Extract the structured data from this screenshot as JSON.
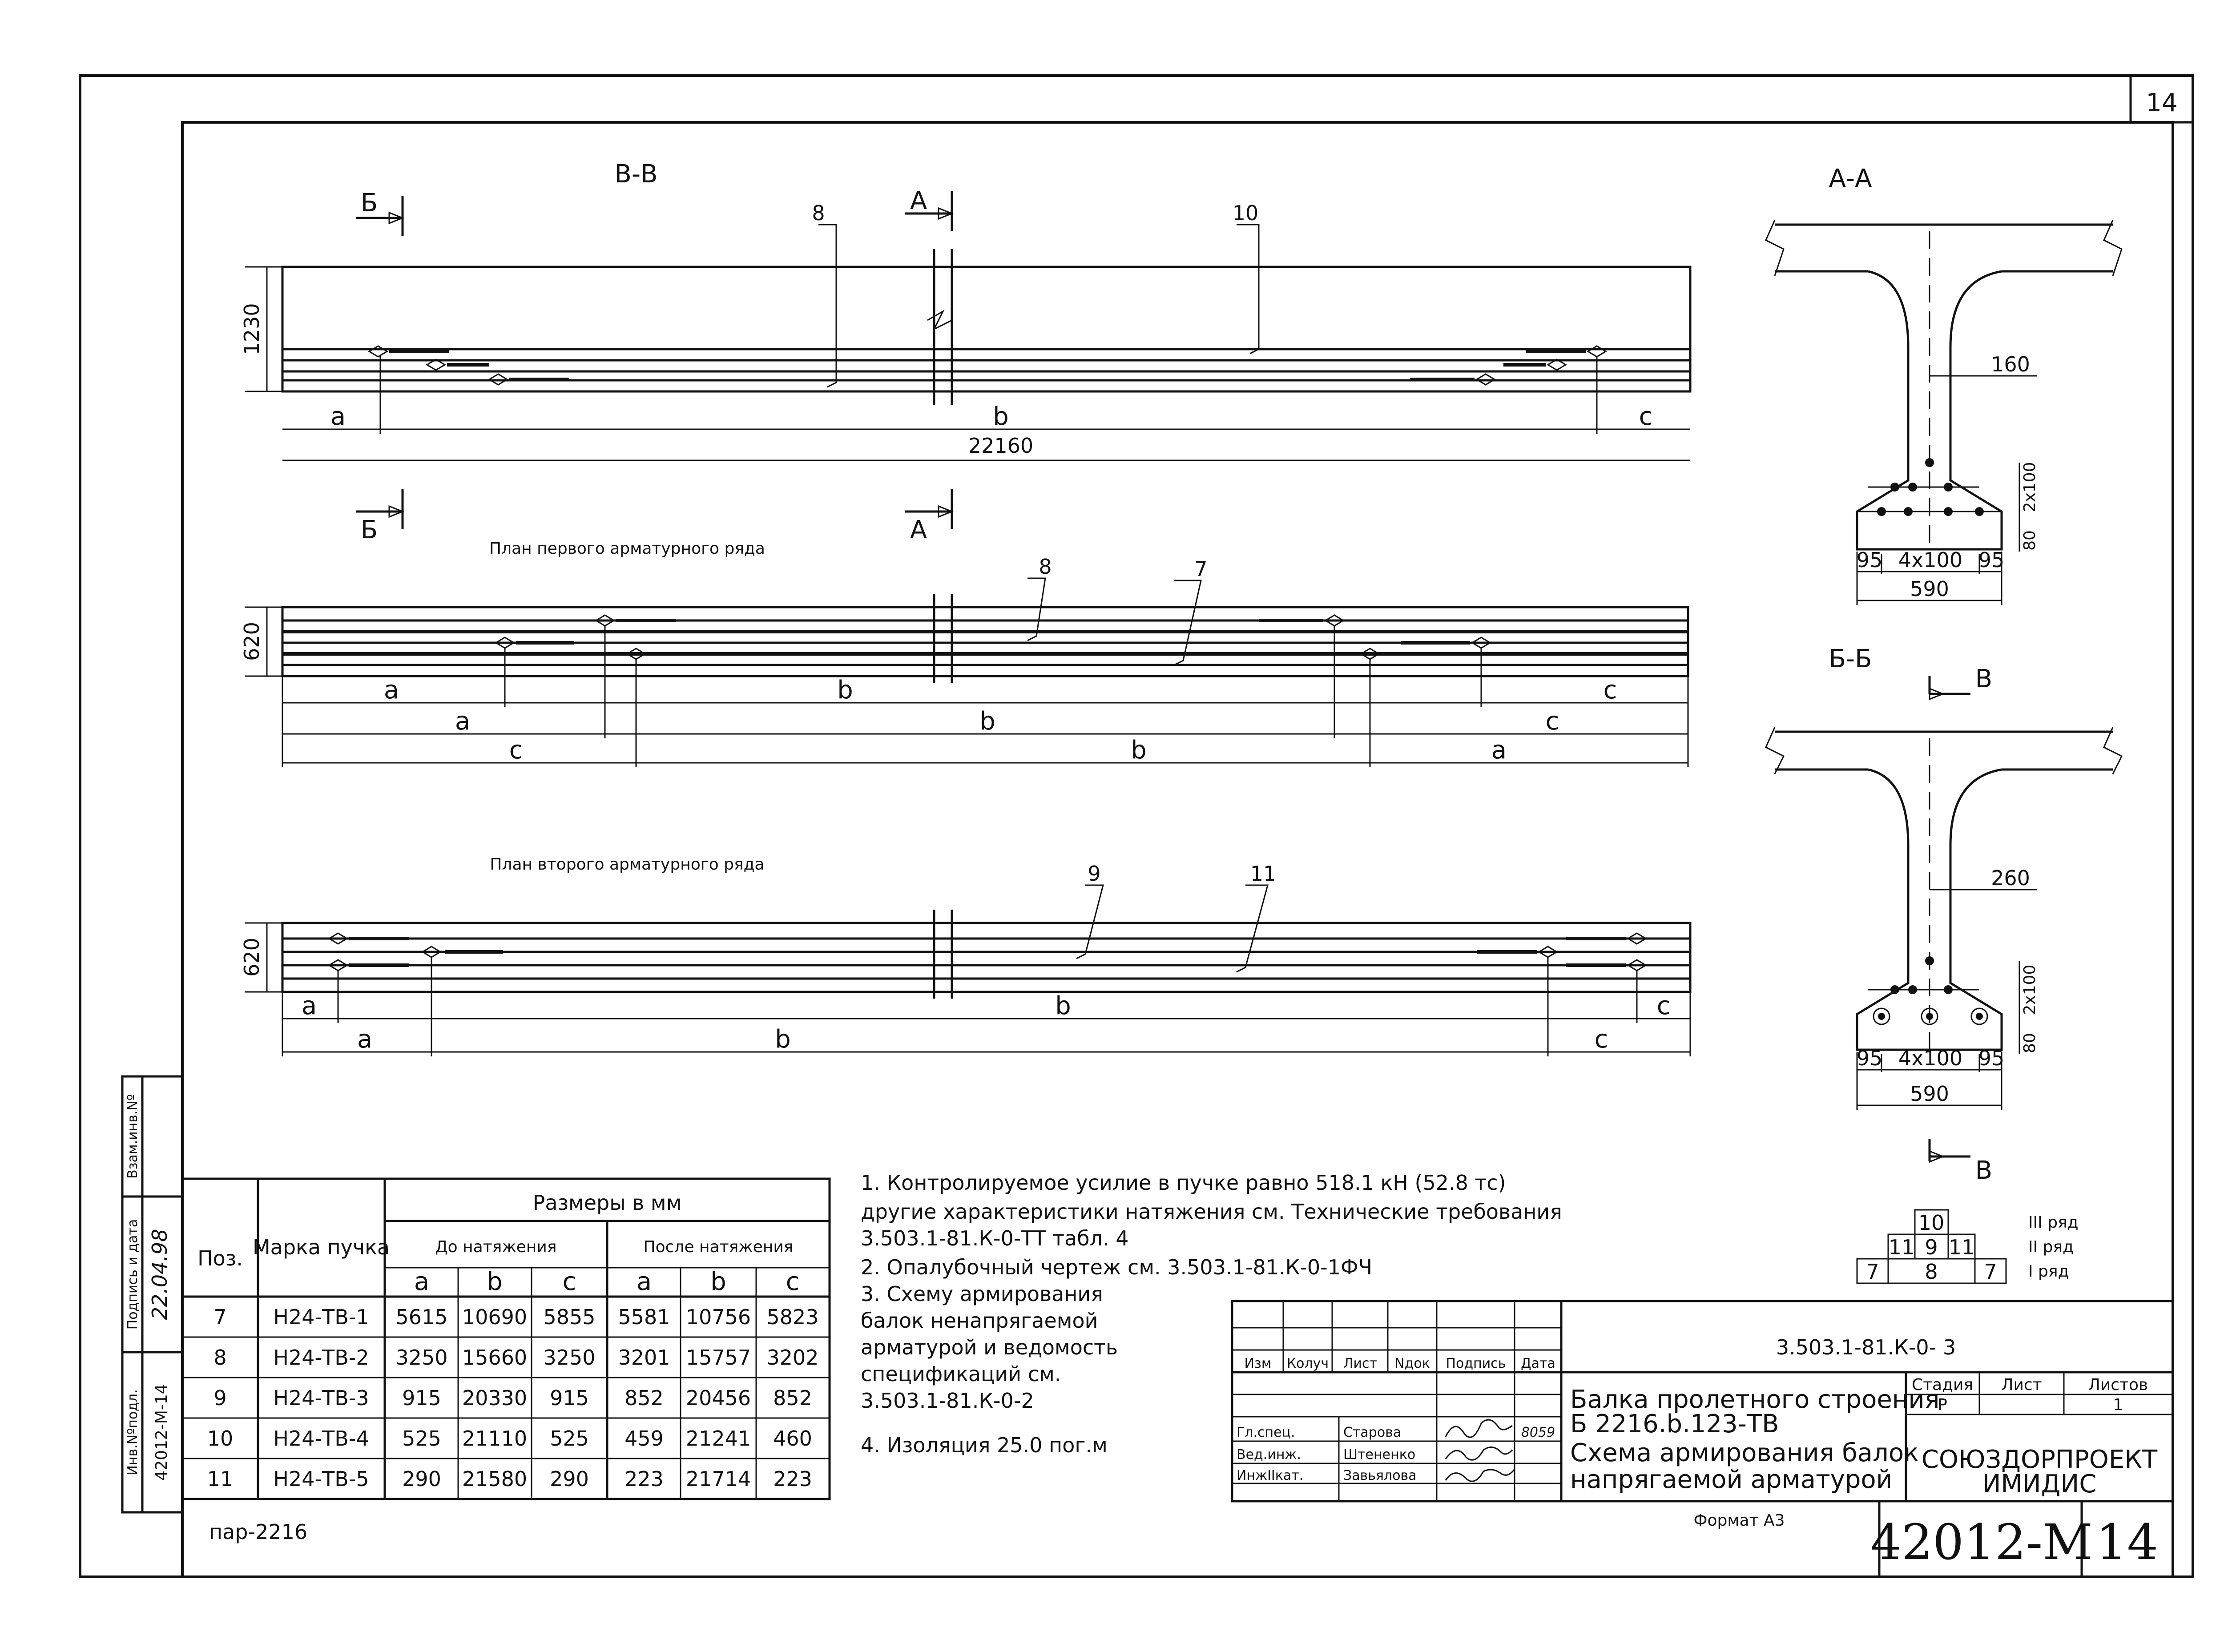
{
  "sheet_no_top": "14",
  "drawing_code": "3.503.1-81.К-0- 3",
  "stamp_code": "42012-М",
  "stamp_sheet": "14",
  "format": "Формат А3",
  "archive_ref": "пар-2216",
  "side": {
    "vzam": "Взам.инв.Nº",
    "podp": "Подпись и дата",
    "inv": "Инв.Nºподл.",
    "inv_value": "42012-М-14",
    "podp_value": "22.04.98"
  },
  "views": {
    "vv_title": "В-В",
    "plan1_title": "План первого арматурного ряда",
    "plan2_title": "План второго арматурного ряда",
    "aa_title": "А-А",
    "bb_title": "Б-Б",
    "cut_b": "Б",
    "cut_a": "А",
    "cut_v": "В",
    "h1230": "1230",
    "h620a": "620",
    "h620b": "620",
    "len": "22160",
    "lbl_a": "a",
    "lbl_b": "b",
    "lbl_c": "c",
    "pos8": "8",
    "pos10": "10",
    "pos7": "7",
    "pos9": "9",
    "pos11": "11",
    "aa_160": "160",
    "aa_2x100": "2x100",
    "aa_80": "80",
    "aa_95l": "95",
    "aa_4x100": "4x100",
    "aa_95r": "95",
    "aa_590": "590",
    "bb_260": "260",
    "bb_2x100": "2x100",
    "bb_80": "80",
    "bb_95l": "95",
    "bb_4x100": "4x100",
    "bb_95r": "95",
    "bb_590": "590"
  },
  "rows_legend": {
    "r3": "10",
    "r2a": "11",
    "r2b": "9",
    "r2c": "11",
    "r1a": "7",
    "r1b": "8",
    "r1c": "7",
    "lbl3": "III ряд",
    "lbl2": "II ряд",
    "lbl1": "I ряд"
  },
  "table": {
    "h_pos": "Поз.",
    "h_mark": "Марка пучка",
    "h_sizes": "Размеры в мм",
    "h_before": "До натяжения",
    "h_after": "После натяжения",
    "h_a": "a",
    "h_b": "b",
    "h_c": "c",
    "rows": [
      [
        "7",
        "Н24-ТВ-1",
        "5615",
        "10690",
        "5855",
        "5581",
        "10756",
        "5823"
      ],
      [
        "8",
        "Н24-ТВ-2",
        "3250",
        "15660",
        "3250",
        "3201",
        "15757",
        "3202"
      ],
      [
        "9",
        "Н24-ТВ-3",
        "915",
        "20330",
        "915",
        "852",
        "20456",
        "852"
      ],
      [
        "10",
        "Н24-ТВ-4",
        "525",
        "21110",
        "525",
        "459",
        "21241",
        "460"
      ],
      [
        "11",
        "Н24-ТВ-5",
        "290",
        "21580",
        "290",
        "223",
        "21714",
        "223"
      ]
    ]
  },
  "notes": [
    "1.  Контролируемое усилие в пучке равно 518.1 кН (52.8 тс)",
    "     другие характеристики натяжения см. Технические требования",
    "     3.503.1-81.К-0-ТТ  табл. 4",
    "2.  Опалубочный чертеж см. 3.503.1-81.К-0-1ФЧ",
    "3.  Схему армирования",
    "     балок ненапрягаемой",
    "     арматурой и ведомость",
    "     спецификаций см.",
    "     3.503.1-81.К-0-2",
    "4.  Изоляция 25.0 пог.м"
  ],
  "title_block": {
    "h_izm": "Изм",
    "h_koluch": "Колуч",
    "h_list": "Лист",
    "h_ndok": "Nдок",
    "h_podpis": "Подпись",
    "h_data": "Дата",
    "r1_role": "Гл.спец.",
    "r1_name": "Старова",
    "r1_date": "8059",
    "r2_role": "Вед.инж.",
    "r2_name": "Штененко",
    "r3_role": "ИнжIIкат.",
    "r3_name": "Завьялова",
    "title1": "Балка пролетного строения",
    "title2": "Б 2216.b.123-ТВ",
    "title3": "Схема армирования балок",
    "title4": "напрягаемой арматурой",
    "stadia_h": "Стадия",
    "list_h": "Лист",
    "listov_h": "Листов",
    "stadia_v": "Р",
    "list_v": "",
    "listov_v": "1",
    "org1": "СОЮЗДОРПРОЕКТ",
    "org2": "ИМИДИС"
  }
}
